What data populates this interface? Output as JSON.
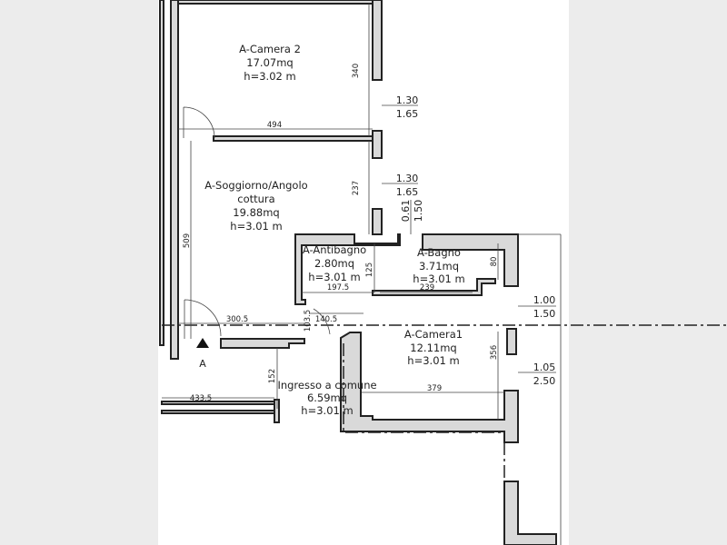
{
  "rooms": {
    "camera2": {
      "name": "A-Camera 2",
      "area": "17.07mq",
      "height": "h=3.02 m"
    },
    "soggiorno": {
      "name": "A-Soggiorno/Angolo",
      "name2": "cottura",
      "area": "19.88mq",
      "height": "h=3.01 m"
    },
    "antibagno": {
      "name": "A-Antibagno",
      "area": "2.80mq",
      "height": "h=3.01 m"
    },
    "bagno": {
      "name": "A-Bagno",
      "area": "3.71mq",
      "height": "h=3.01 m"
    },
    "camera1": {
      "name": "A-Camera1",
      "area": "12.11mq",
      "height": "h=3.01 m"
    },
    "ingresso": {
      "name": "Ingresso a comune",
      "area": "6.59mq",
      "height": "h=3.01 m"
    }
  },
  "dimensions": {
    "d340": "340",
    "d494": "494",
    "d237": "237",
    "d509": "509",
    "d125": "125",
    "d197_5": "197.5",
    "d239": "239",
    "d80": "80",
    "d300_5": "300.5",
    "d103_5": "103.5",
    "d140_5": "140.5",
    "d356": "356",
    "d379": "379",
    "d152": "152",
    "d433_5": "433.5"
  },
  "windows": [
    {
      "top": "1.30",
      "bottom": "1.65"
    },
    {
      "top": "1.30",
      "bottom": "1.65"
    },
    {
      "top": "0.61",
      "bottom": "1.50"
    },
    {
      "top": "1.00",
      "bottom": "1.50"
    },
    {
      "top": "1.05",
      "bottom": "2.50"
    }
  ],
  "section_marker": "A"
}
